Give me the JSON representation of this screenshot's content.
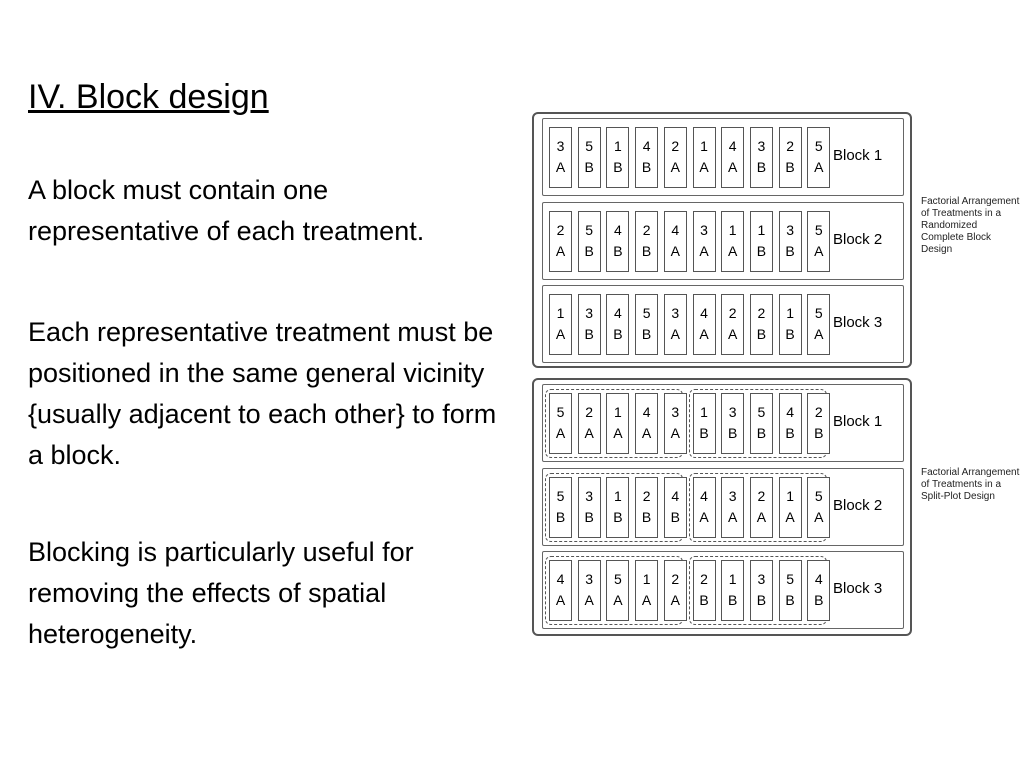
{
  "slide": {
    "title": "IV. Block design",
    "paragraphs": [
      "A block must contain one representative of each treatment.",
      "Each representative treatment must be positioned in the same general vicinity {usually adjacent to each other} to form a block.",
      "Blocking is particularly useful for removing the effects of spatial heterogeneity."
    ]
  },
  "figure": {
    "panels": [
      {
        "side_label": "Factorial Arrangement of Treatments in a Randomized Complete Block Design",
        "main_plots": false,
        "blocks": [
          {
            "label": "Block 1",
            "plots": [
              [
                "3",
                "A"
              ],
              [
                "5",
                "B"
              ],
              [
                "1",
                "B"
              ],
              [
                "4",
                "B"
              ],
              [
                "2",
                "A"
              ],
              [
                "1",
                "A"
              ],
              [
                "4",
                "A"
              ],
              [
                "3",
                "B"
              ],
              [
                "2",
                "B"
              ],
              [
                "5",
                "A"
              ]
            ]
          },
          {
            "label": "Block 2",
            "plots": [
              [
                "2",
                "A"
              ],
              [
                "5",
                "B"
              ],
              [
                "4",
                "B"
              ],
              [
                "2",
                "B"
              ],
              [
                "4",
                "A"
              ],
              [
                "3",
                "A"
              ],
              [
                "1",
                "A"
              ],
              [
                "1",
                "B"
              ],
              [
                "3",
                "B"
              ],
              [
                "5",
                "A"
              ]
            ]
          },
          {
            "label": "Block 3",
            "plots": [
              [
                "1",
                "A"
              ],
              [
                "3",
                "B"
              ],
              [
                "4",
                "B"
              ],
              [
                "5",
                "B"
              ],
              [
                "3",
                "A"
              ],
              [
                "4",
                "A"
              ],
              [
                "2",
                "A"
              ],
              [
                "2",
                "B"
              ],
              [
                "1",
                "B"
              ],
              [
                "5",
                "A"
              ]
            ]
          }
        ]
      },
      {
        "side_label": "Factorial Arrangement of Treatments in a Split-Plot Design",
        "main_plots": true,
        "blocks": [
          {
            "label": "Block 1",
            "plots": [
              [
                "5",
                "A"
              ],
              [
                "2",
                "A"
              ],
              [
                "1",
                "A"
              ],
              [
                "4",
                "A"
              ],
              [
                "3",
                "A"
              ],
              [
                "1",
                "B"
              ],
              [
                "3",
                "B"
              ],
              [
                "5",
                "B"
              ],
              [
                "4",
                "B"
              ],
              [
                "2",
                "B"
              ]
            ]
          },
          {
            "label": "Block 2",
            "plots": [
              [
                "5",
                "B"
              ],
              [
                "3",
                "B"
              ],
              [
                "1",
                "B"
              ],
              [
                "2",
                "B"
              ],
              [
                "4",
                "B"
              ],
              [
                "4",
                "A"
              ],
              [
                "3",
                "A"
              ],
              [
                "2",
                "A"
              ],
              [
                "1",
                "A"
              ],
              [
                "5",
                "A"
              ]
            ]
          },
          {
            "label": "Block 3",
            "plots": [
              [
                "4",
                "A"
              ],
              [
                "3",
                "A"
              ],
              [
                "5",
                "A"
              ],
              [
                "1",
                "A"
              ],
              [
                "2",
                "A"
              ],
              [
                "2",
                "B"
              ],
              [
                "1",
                "B"
              ],
              [
                "3",
                "B"
              ],
              [
                "5",
                "B"
              ],
              [
                "4",
                "B"
              ]
            ]
          }
        ]
      }
    ]
  }
}
